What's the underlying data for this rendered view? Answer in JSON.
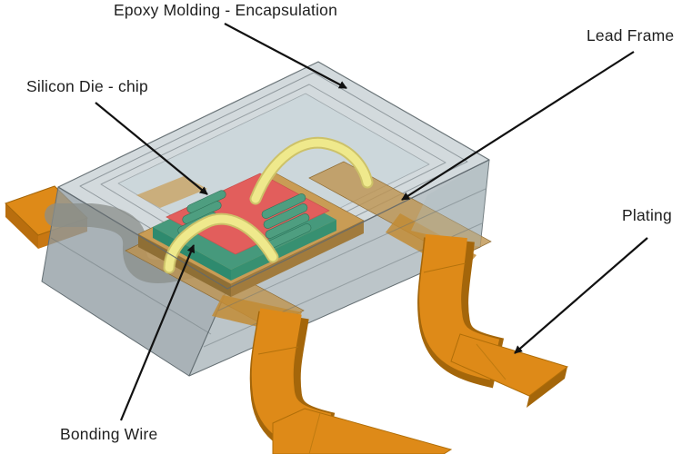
{
  "diagram": {
    "subject": "Semiconductor package cutaway",
    "annotations": [
      {
        "id": "epoxy-molding",
        "label": "Epoxy Molding - Encapsulation"
      },
      {
        "id": "silicon-die",
        "label": "Silicon Die - chip"
      },
      {
        "id": "lead-frame",
        "label": "Lead Frame"
      },
      {
        "id": "plating",
        "label": "Plating"
      },
      {
        "id": "bonding-wire",
        "label": "Bonding Wire"
      }
    ],
    "colors": {
      "background": "#FFFFFF",
      "epoxy_molding": "#AFBCC1",
      "lead_plating": "#DE8A18",
      "lead_plating_shadow": "#A4660A",
      "lead_frame_inner": "#BE9450",
      "die_pad": "#C99C55",
      "die_top": "#E25E5C",
      "die_attach": "#46997C",
      "die_bond_pad_bar": "#4E9E80",
      "bonding_wire": "#EFE98C",
      "bonding_wire_edge": "#CDC269",
      "annotation_text": "#1F1F1F",
      "arrow": "#111111"
    }
  }
}
